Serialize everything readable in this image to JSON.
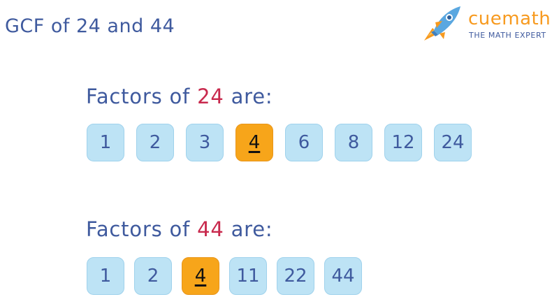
{
  "title": "GCF of 24 and 44",
  "logo": {
    "name": "cuemath",
    "tagline": "THE MATH EXPERT",
    "icon": "rocket-icon"
  },
  "section1": {
    "prefix": "Factors of ",
    "number": "24",
    "suffix": " are:",
    "factors": [
      "1",
      "2",
      "3",
      "4",
      "6",
      "8",
      "12",
      "24"
    ],
    "highlighted": "4"
  },
  "section2": {
    "prefix": "Factors of ",
    "number": "44",
    "suffix": " are:",
    "factors": [
      "1",
      "2",
      "4",
      "11",
      "22",
      "44"
    ],
    "highlighted": "4"
  },
  "colors": {
    "text": "#3f5a9e",
    "number_accent": "#c8294d",
    "box": "#bde3f5",
    "highlight": "#f7a51a",
    "logo_orange": "#f79a1f"
  }
}
